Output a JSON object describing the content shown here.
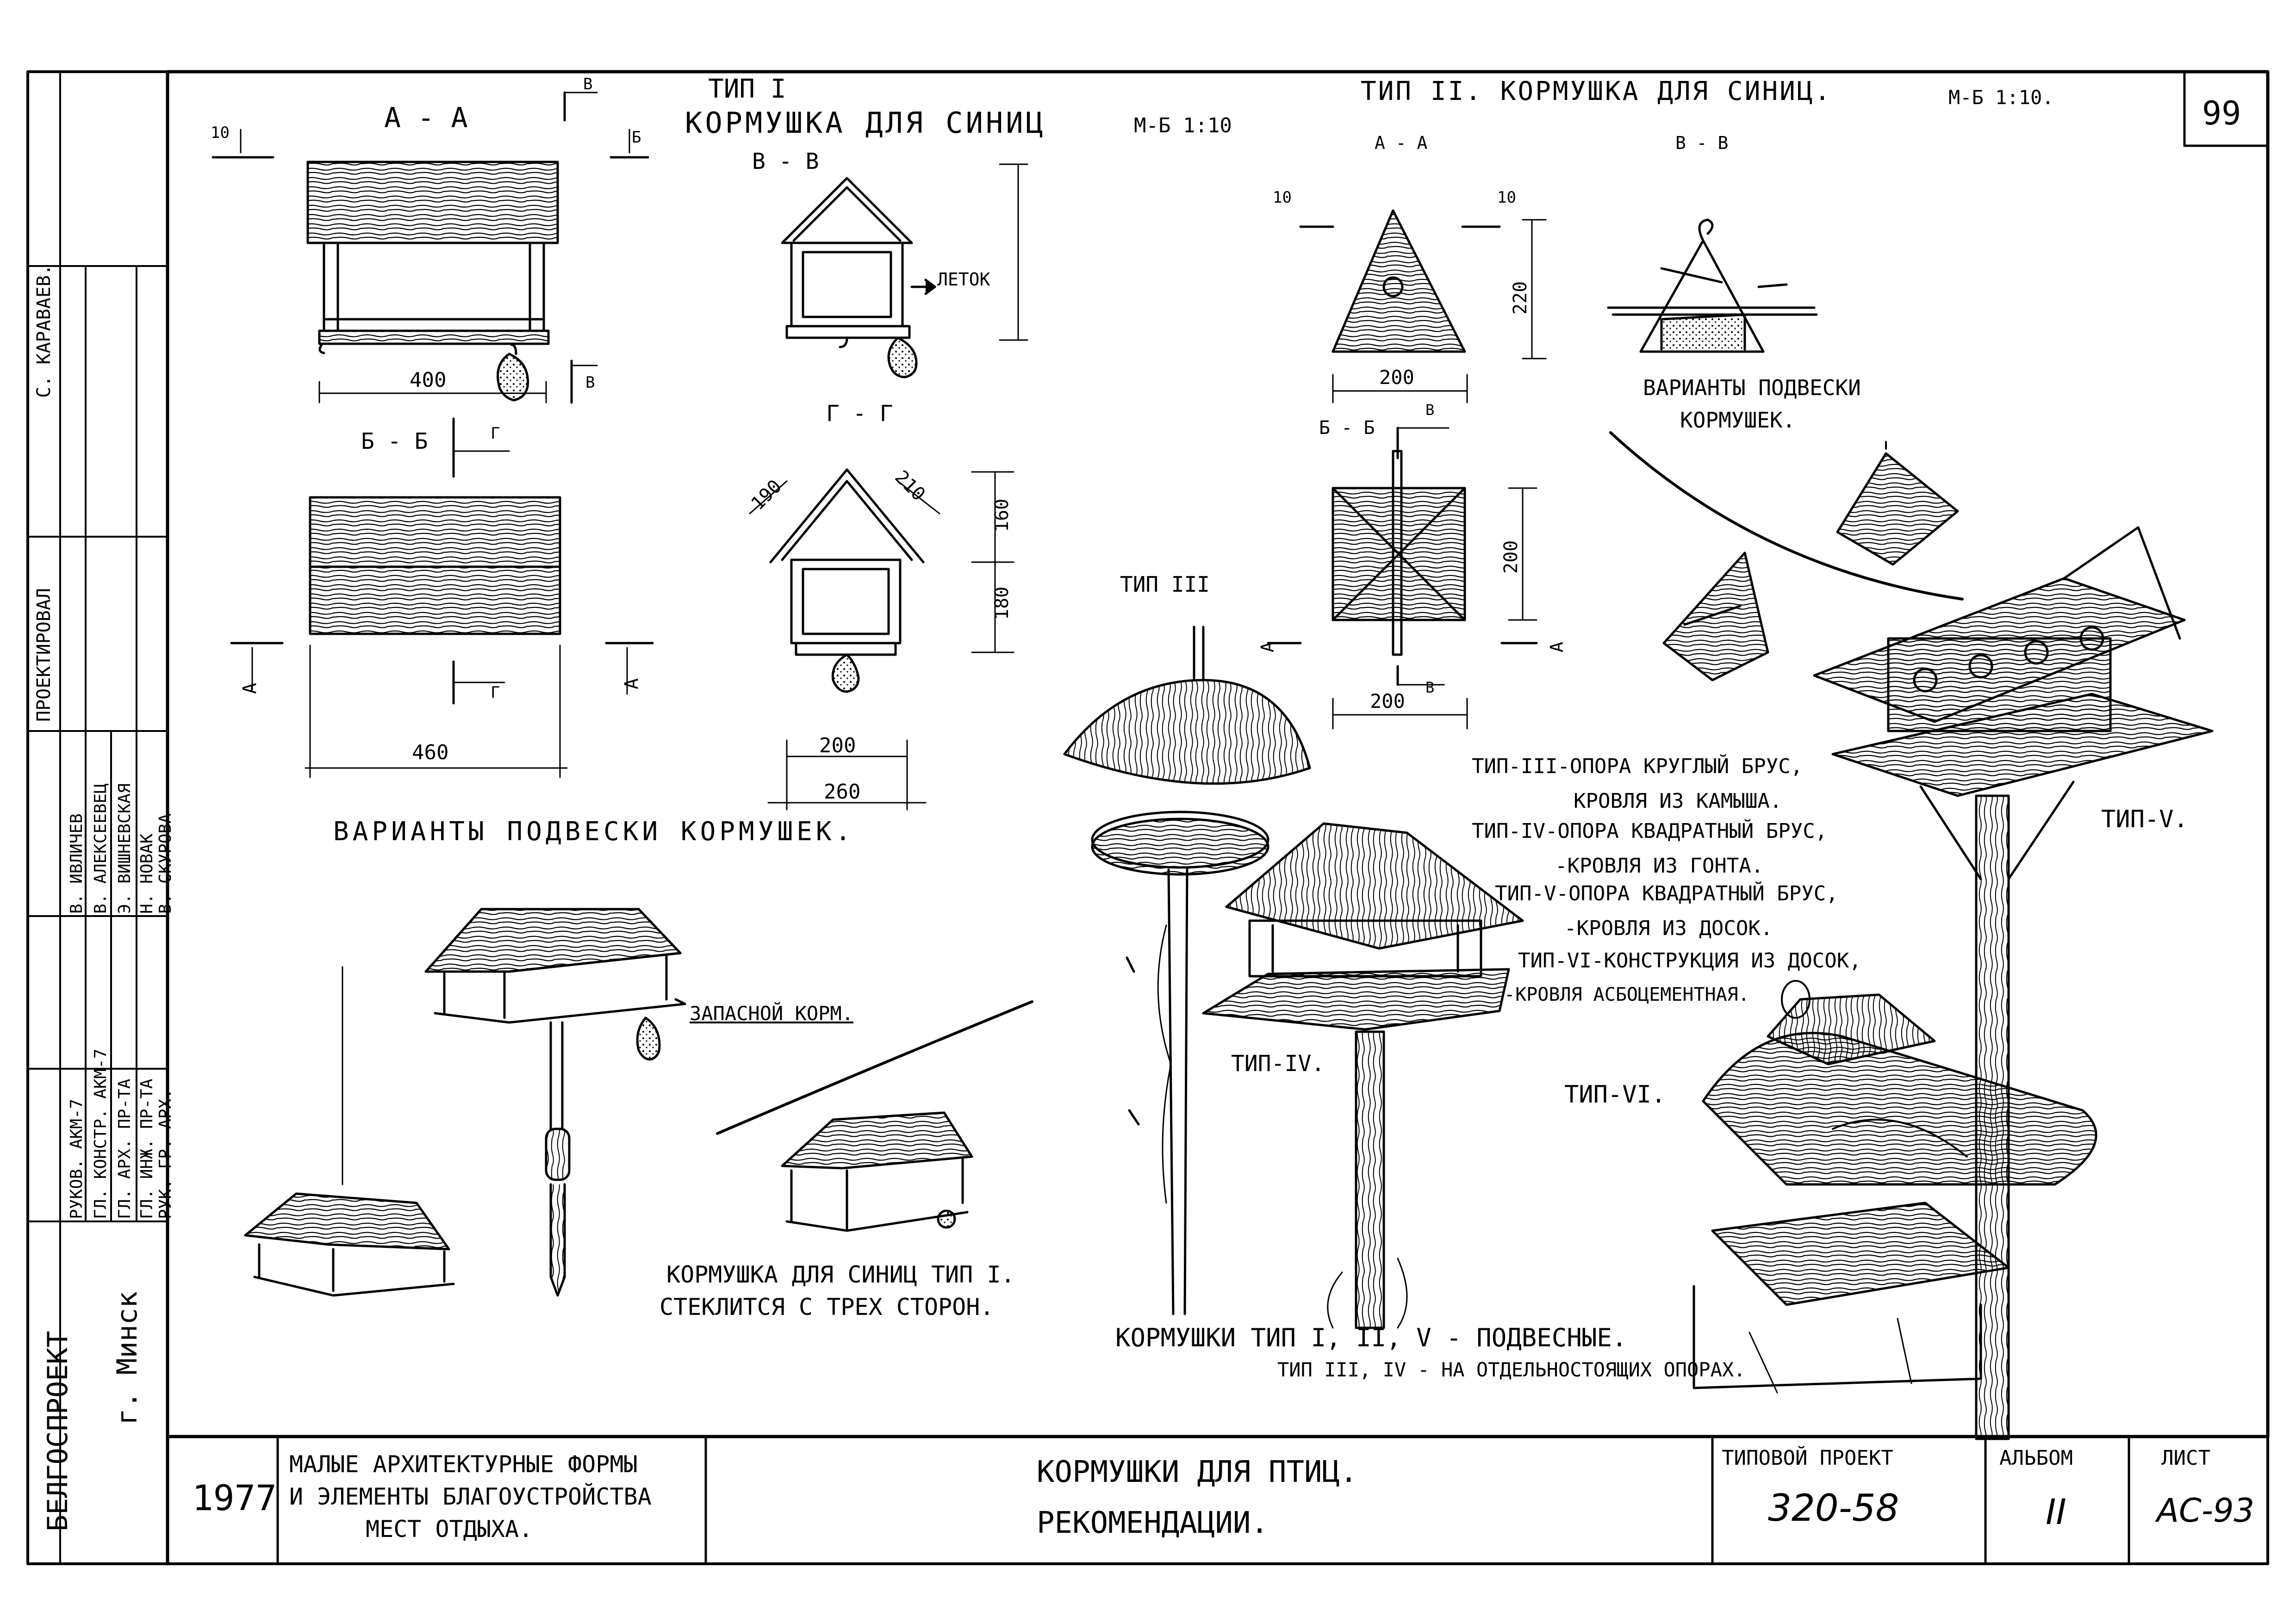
{
  "sheet": {
    "number": "99",
    "org": "БЕЛГОСПРОЕКТ",
    "city": "г. Минск",
    "year": "1977",
    "title_left": [
      "МАЛЫЕ АРХИТЕКТУРНЫЕ ФОРМЫ",
      "И ЭЛЕМЕНТЫ БЛАГОУСТРОЙСТВА",
      "МЕСТ ОТДЫХА."
    ],
    "title_main": [
      "КОРМУШКИ ДЛЯ ПТИЦ.",
      "РЕКОМЕНДАЦИИ."
    ],
    "project_label": "ТИПОВОЙ ПРОЕКТ",
    "project_value": "320-58",
    "album_label": "АЛЬБОМ",
    "album_value": "II",
    "list_label": "ЛИСТ",
    "list_value": "АС-93"
  },
  "stamp": {
    "roles": [
      "РУКОВ. АКМ-7",
      "ГЛ. КОНСТР. АКМ-7",
      "ГЛ. АРХ. ПР-ТА",
      "ГЛ. ИНЖ. ПР-ТА",
      "РУК. ГР. АРХ."
    ],
    "names": [
      "В. ИВЛИЧЕВ",
      "В. АЛЕКСЕЕВЕЦ",
      "Э. ВИШНЕВСКАЯ",
      "Н. НОВАК",
      "В. СКУРОВА"
    ],
    "designer_label": "ПРОЕКТИРОВАЛ",
    "designer_name": "С. КАРАВАЕВ."
  },
  "type1": {
    "title": "ТИП I",
    "subtitle": "КОРМУШКА ДЛЯ СИНИЦ",
    "scale": "М-Б 1:10",
    "sec_aa": "А - А",
    "sec_bb": "Б - Б",
    "sec_vv": "В - В",
    "sec_gg": "Г - Г",
    "letok": "ЛЕТОК",
    "dims": [
      "400",
      "460",
      "190",
      "210",
      "160",
      "180",
      "200",
      "260",
      "10"
    ],
    "marks": [
      "В",
      "Б",
      "Г",
      "А"
    ]
  },
  "type2": {
    "title": "ТИП II. КОРМУШКА ДЛЯ СИНИЦ.",
    "scale": "М-Б 1:10.",
    "sec_aa": "А - А",
    "sec_bb": "Б - Б",
    "sec_vv": "В - В",
    "dims": [
      "10",
      "10",
      "220",
      "200",
      "200",
      "200"
    ],
    "marks": [
      "В",
      "А"
    ]
  },
  "labels": {
    "variants_left": "ВАРИАНТЫ ПОДВЕСКИ КОРМУШЕК.",
    "variants_right": [
      "ВАРИАНТЫ ПОДВЕСКИ",
      "КОРМУШЕК."
    ],
    "spare_food": "ЗАПАСНОЙ КОРМ.",
    "caption_type1": [
      "КОРМУШКА ДЛЯ СИНИЦ ТИП I.",
      "СТЕКЛИТСЯ С ТРЕХ СТОРОН."
    ],
    "type3": "ТИП III",
    "type4": "ТИП-IV.",
    "type5": "ТИП-V.",
    "type6": "ТИП-VI.",
    "notes": [
      "ТИП-III-ОПОРА КРУГЛЫЙ БРУС,",
      "КРОВЛЯ ИЗ КАМЫША.",
      "ТИП-IV-ОПОРА КВАДРАТНЫЙ БРУС,",
      "-КРОВЛЯ ИЗ ГОНТА.",
      "ТИП-V-ОПОРА КВАДРАТНЫЙ БРУС,",
      "-КРОВЛЯ ИЗ ДОСОК.",
      "ТИП-VI-КОНСТРУКЦИЯ ИЗ ДОСОК,",
      "-КРОВЛЯ АСБОЦЕМЕНТНАЯ."
    ],
    "bottom_note": [
      "КОРМУШКИ ТИП I, II, V - ПОДВЕСНЫЕ.",
      "ТИП III, IV - НА ОТДЕЛЬНОСТОЯЩИХ ОПОРАХ."
    ]
  }
}
